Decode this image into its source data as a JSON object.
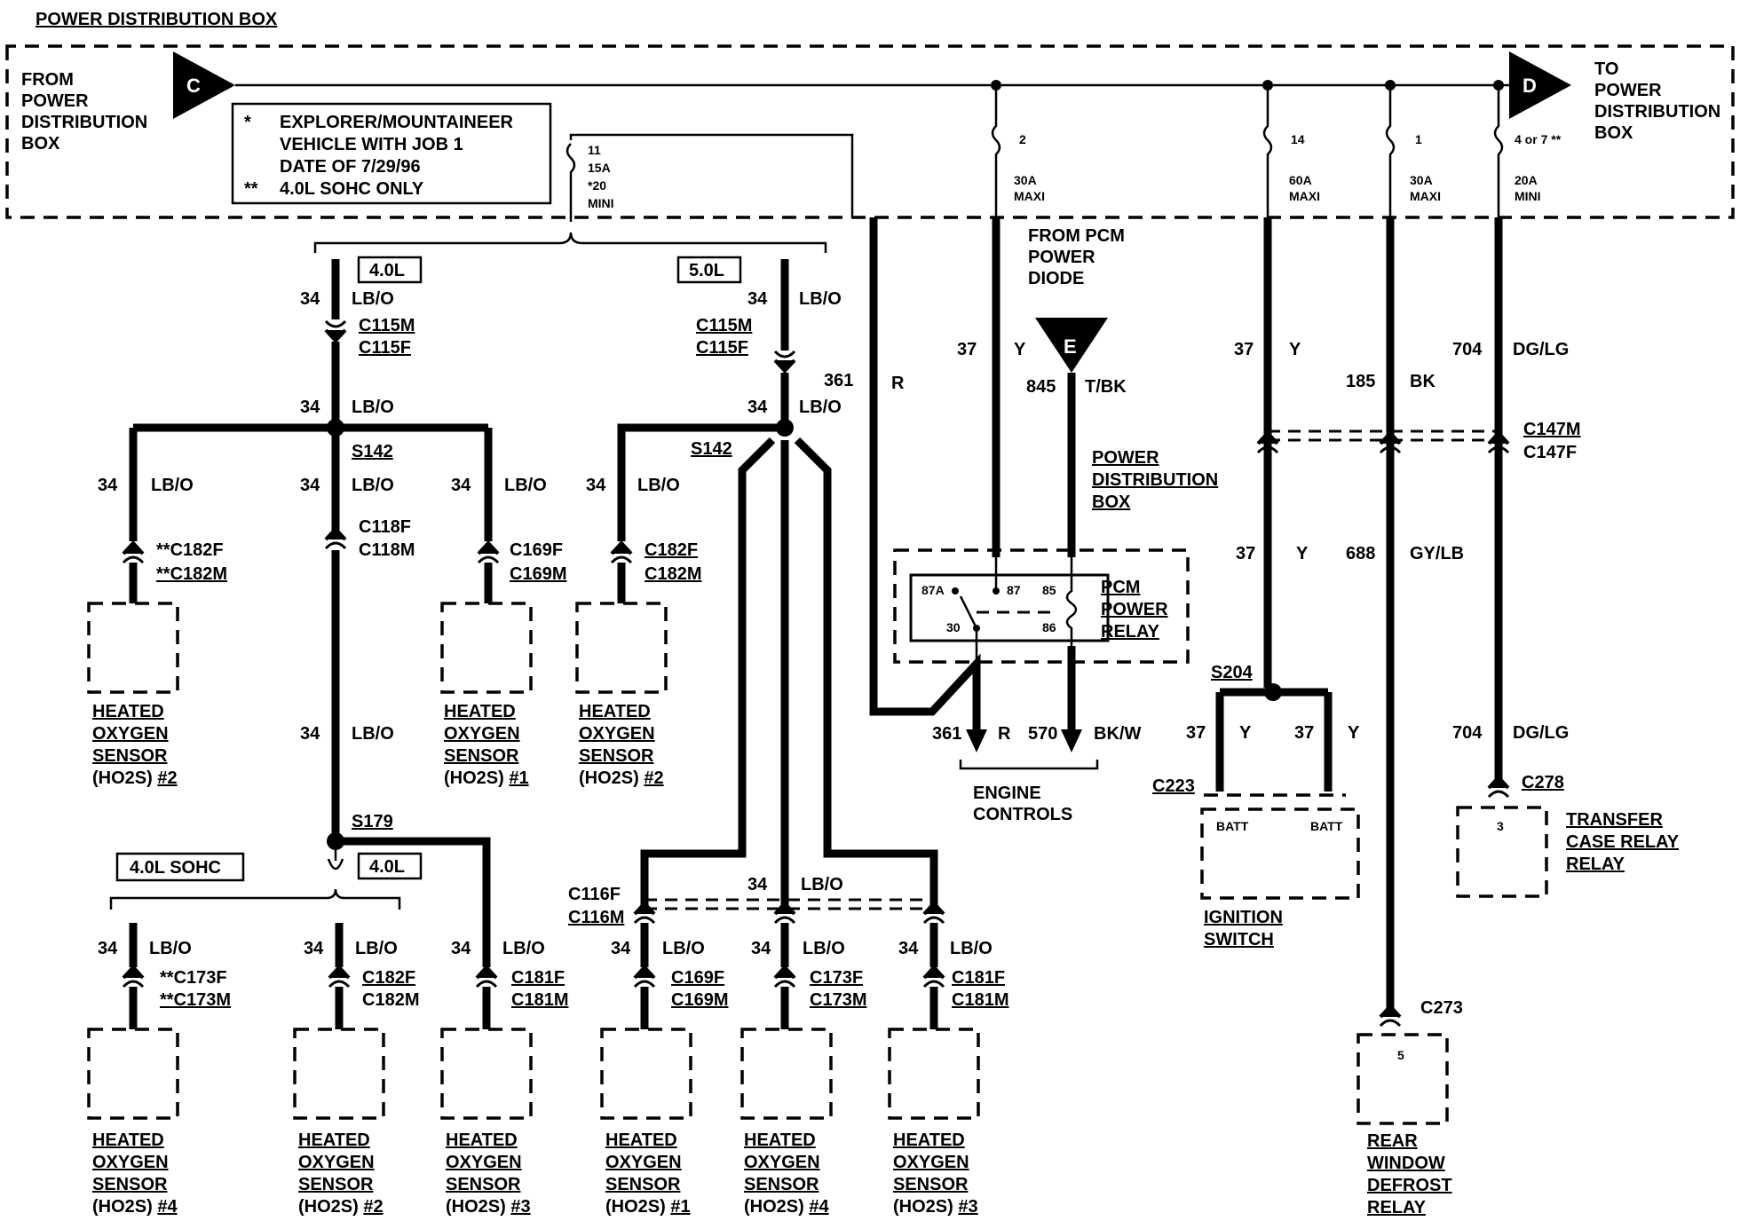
{
  "header": {
    "title": "POWER DISTRIBUTION BOX"
  },
  "pdb": {
    "from_label": [
      "FROM",
      "POWER",
      "DISTRIBUTION",
      "BOX"
    ],
    "to_label": [
      "TO",
      "POWER",
      "DISTRIBUTION",
      "BOX"
    ],
    "connector_c": "C",
    "connector_d": "D",
    "connector_e": "E",
    "note": [
      "*",
      "EXPLORER/MOUNTAINEER",
      "VEHICLE WITH JOB 1",
      "DATE OF 7/29/96",
      "**",
      "4.0L SOHC ONLY"
    ],
    "fuses": [
      {
        "num": "11",
        "rating": "15A",
        "extra": "*20",
        "type": "MINI"
      },
      {
        "num": "2",
        "rating": "30A",
        "type": "MAXI"
      },
      {
        "num": "14",
        "rating": "60A",
        "type": "MAXI"
      },
      {
        "num": "1",
        "rating": "30A",
        "type": "MAXI"
      },
      {
        "num": "4 or 7 **",
        "rating": "20A",
        "type": "MINI"
      }
    ]
  },
  "engine_boxes": {
    "left": "4.0L",
    "right": "5.0L",
    "sohc": "4.0L SOHC",
    "lower": "4.0L"
  },
  "wire34": {
    "circuit": "34",
    "color": "LB/O"
  },
  "connectors": {
    "c115m": "C115M",
    "c115f": "C115F",
    "c118f": "C118F",
    "c118m": "C118M",
    "c182f_star": "**C182F",
    "c182m_star": "**C182M",
    "c169f": "C169F",
    "c169m": "C169M",
    "c182f": "C182F",
    "c182m": "C182M",
    "c173f_star": "**C173F",
    "c173m_star": "**C173M",
    "c181f": "C181F",
    "c181m": "C181M",
    "c116f": "C116F",
    "c116m": "C116M",
    "c173f": "C173F",
    "c173m": "C173M",
    "c147m": "C147M",
    "c147f": "C147F",
    "c223": "C223",
    "c278": "C278",
    "c273": "C273"
  },
  "splices": {
    "s142": "S142",
    "s179": "S179",
    "s204": "S204"
  },
  "sensor_text": {
    "line1": "HEATED",
    "line2": "OXYGEN",
    "line3": "SENSOR",
    "prefix": "(HO2S) "
  },
  "sensor_nums": {
    "n1": "#1",
    "n2": "#2",
    "n3": "#3",
    "n4": "#4"
  },
  "circuits": {
    "c361": "361",
    "c37": "37",
    "c845": "845",
    "c185": "185",
    "c704": "704",
    "c688": "688",
    "c570": "570",
    "r": "R",
    "y": "Y",
    "tbk": "T/BK",
    "bk": "BK",
    "dglg": "DG/LG",
    "gylb": "GY/LB",
    "bkw": "BK/W"
  },
  "labels": {
    "from_pcm": [
      "FROM PCM",
      "POWER",
      "DIODE"
    ],
    "pdb_lower": [
      "POWER",
      "DISTRIBUTION",
      "BOX"
    ],
    "pcm_relay": [
      "PCM",
      "POWER",
      "RELAY"
    ],
    "relay_pins": {
      "p87a": "87A",
      "p87": "87",
      "p85": "85",
      "p30": "30",
      "p86": "86"
    },
    "engine_controls": [
      "ENGINE",
      "CONTROLS"
    ],
    "ignition_switch": [
      "IGNITION",
      "SWITCH"
    ],
    "batt": "BATT",
    "transfer_case": [
      "TRANSFER",
      "CASE RELAY",
      "RELAY"
    ],
    "transfer_pin": "3",
    "rear_window": [
      "REAR",
      "WINDOW",
      "DEFROST",
      "RELAY"
    ],
    "rear_pin": "5"
  }
}
